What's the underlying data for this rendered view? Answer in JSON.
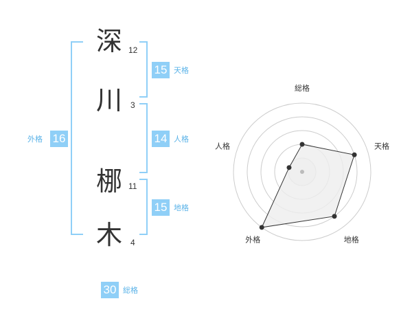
{
  "name": {
    "chars": [
      {
        "char": "深",
        "strokes": "12"
      },
      {
        "char": "川",
        "strokes": "3"
      },
      {
        "char": "梛",
        "strokes": "11"
      },
      {
        "char": "木",
        "strokes": "4"
      }
    ]
  },
  "fortune": {
    "tenkaku": {
      "value": "15",
      "label": "天格"
    },
    "jinkaku": {
      "value": "14",
      "label": "人格"
    },
    "chikaku": {
      "value": "15",
      "label": "地格"
    },
    "gaikaku": {
      "value": "16",
      "label": "外格"
    },
    "soukaku": {
      "value": "30",
      "label": "総格"
    }
  },
  "chart_data": {
    "type": "radar",
    "axes": [
      "総格",
      "天格",
      "地格",
      "外格",
      "人格"
    ],
    "values": [
      2,
      4,
      4,
      5,
      1
    ],
    "rmax": 5,
    "rings": 5,
    "colors": {
      "fill": "#eeeeee",
      "stroke": "#333333",
      "grid": "#cccccc",
      "center_dot": "#bbbbbb"
    }
  }
}
